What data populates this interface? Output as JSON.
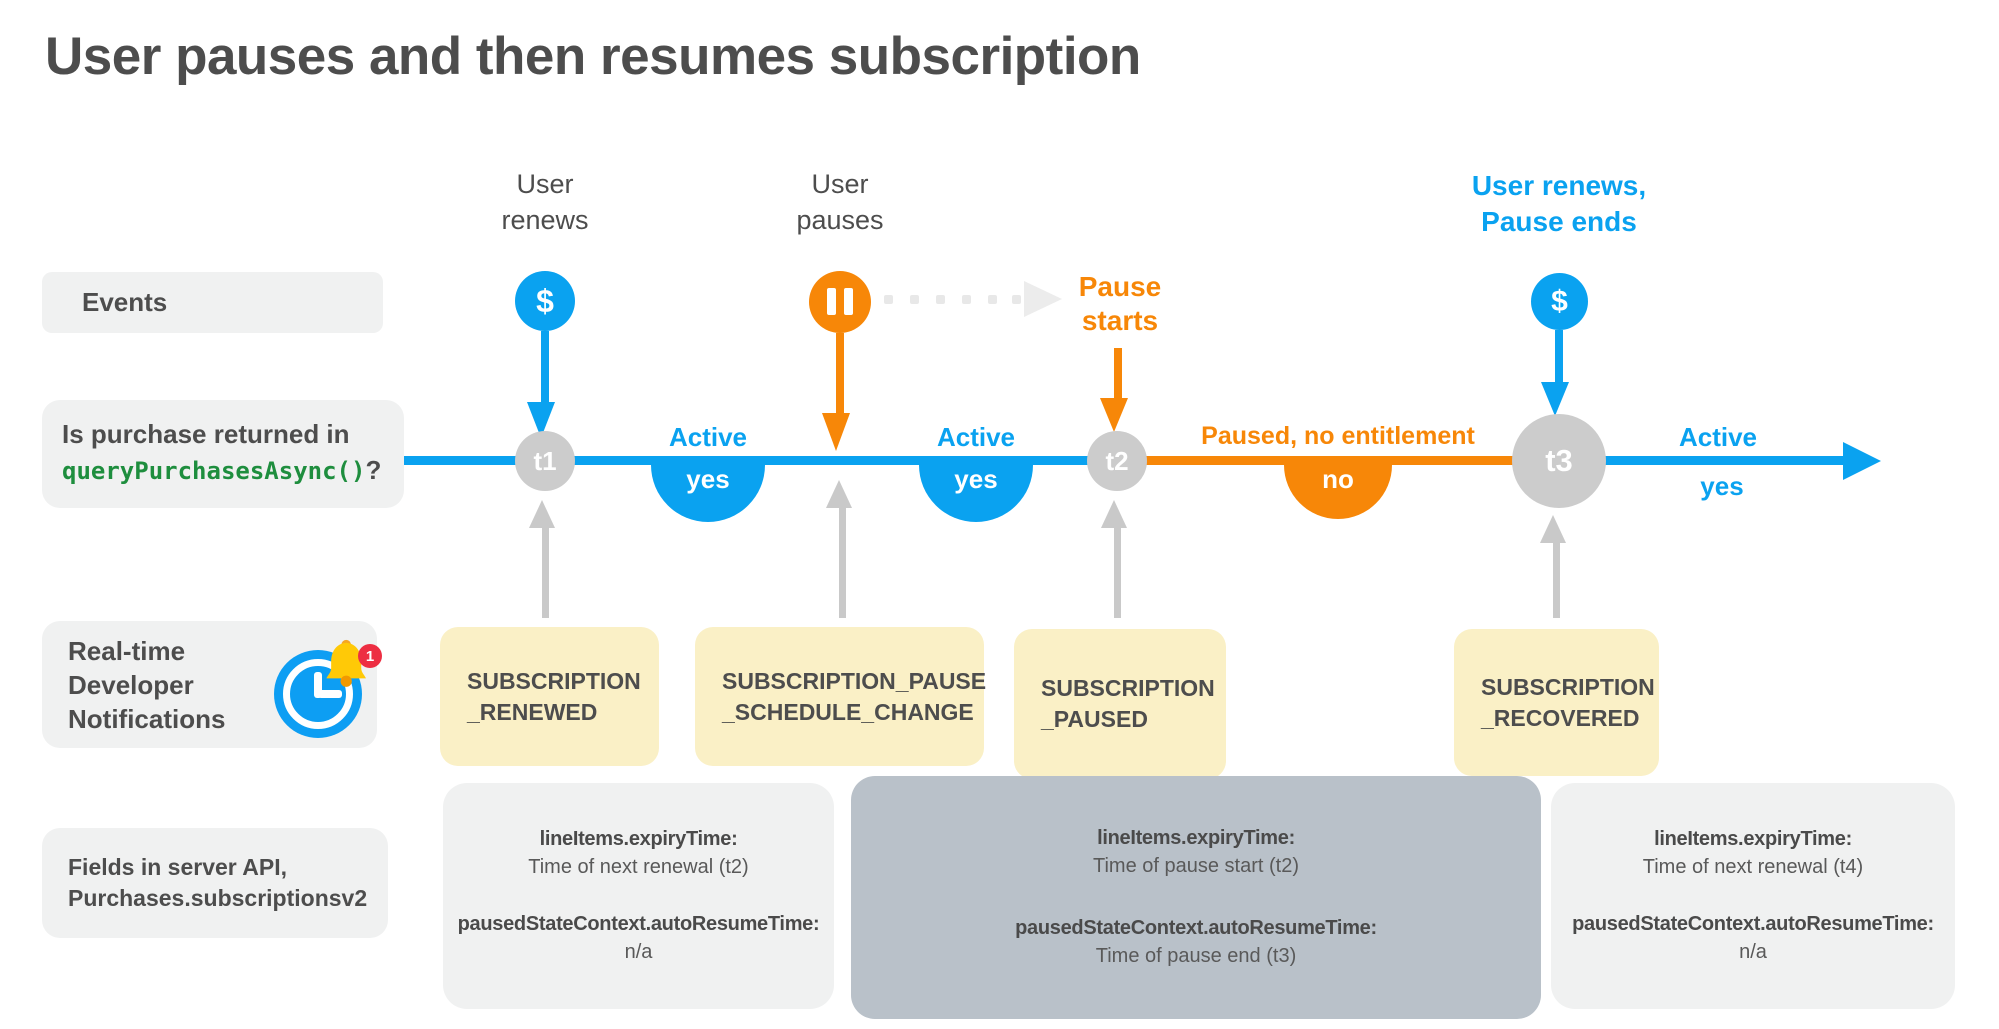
{
  "title": "User pauses and then resumes subscription",
  "colors": {
    "accent_blue": "#0aa2f0",
    "accent_orange": "#f78708",
    "notification_bg": "#faf0c6",
    "highlight_box_bg": "#b9c1c9",
    "label_box_bg": "#f0f1f1",
    "marker_gray": "#cccccc",
    "code_green": "#1e8e3e"
  },
  "left_labels": {
    "events": "Events",
    "purchase_line1": "Is purchase returned in",
    "purchase_code": "queryPurchasesAsync()",
    "purchase_suffix": "?",
    "rtdn_line1": "Real-time",
    "rtdn_line2": "Developer",
    "rtdn_line3": "Notifications",
    "rtdn_badge": "1",
    "fields_line1": "Fields in server API,",
    "fields_line2": "Purchases.subscriptionsv2"
  },
  "events": [
    {
      "line1": "User",
      "line2": "renews",
      "symbol": "$"
    },
    {
      "line1": "User",
      "line2": "pauses"
    },
    {
      "line1": "Pause",
      "line2": "starts"
    },
    {
      "line1": "User renews,",
      "line2": "Pause ends",
      "symbol": "$"
    }
  ],
  "timeline": {
    "markers": [
      "t1",
      "t2",
      "t3"
    ],
    "segments": [
      {
        "status": "Active",
        "answer": "yes"
      },
      {
        "status": "Active",
        "answer": "yes"
      },
      {
        "status": "Paused, no entitlement",
        "answer": "no"
      },
      {
        "status": "Active",
        "answer": "yes"
      }
    ]
  },
  "notifications": [
    {
      "line1": "SUBSCRIPTION",
      "line2": "_RENEWED"
    },
    {
      "line1": "SUBSCRIPTION_PAUSE",
      "line2": "_SCHEDULE_CHANGE"
    },
    {
      "line1": "SUBSCRIPTION",
      "line2": "_PAUSED"
    },
    {
      "line1": "SUBSCRIPTION",
      "line2": "_RECOVERED"
    }
  ],
  "api_fields": [
    {
      "field1": "lineItems.expiryTime:",
      "value1": "Time of next renewal (t2)",
      "field2": "pausedStateContext.autoResumeTime:",
      "value2": "n/a"
    },
    {
      "field1": "lineItems.expiryTime:",
      "value1": "Time of pause start (t2)",
      "field2": "pausedStateContext.autoResumeTime:",
      "value2": "Time of pause end (t3)"
    },
    {
      "field1": "lineItems.expiryTime:",
      "value1": "Time of next renewal (t4)",
      "field2": "pausedStateContext.autoResumeTime:",
      "value2": "n/a"
    }
  ]
}
